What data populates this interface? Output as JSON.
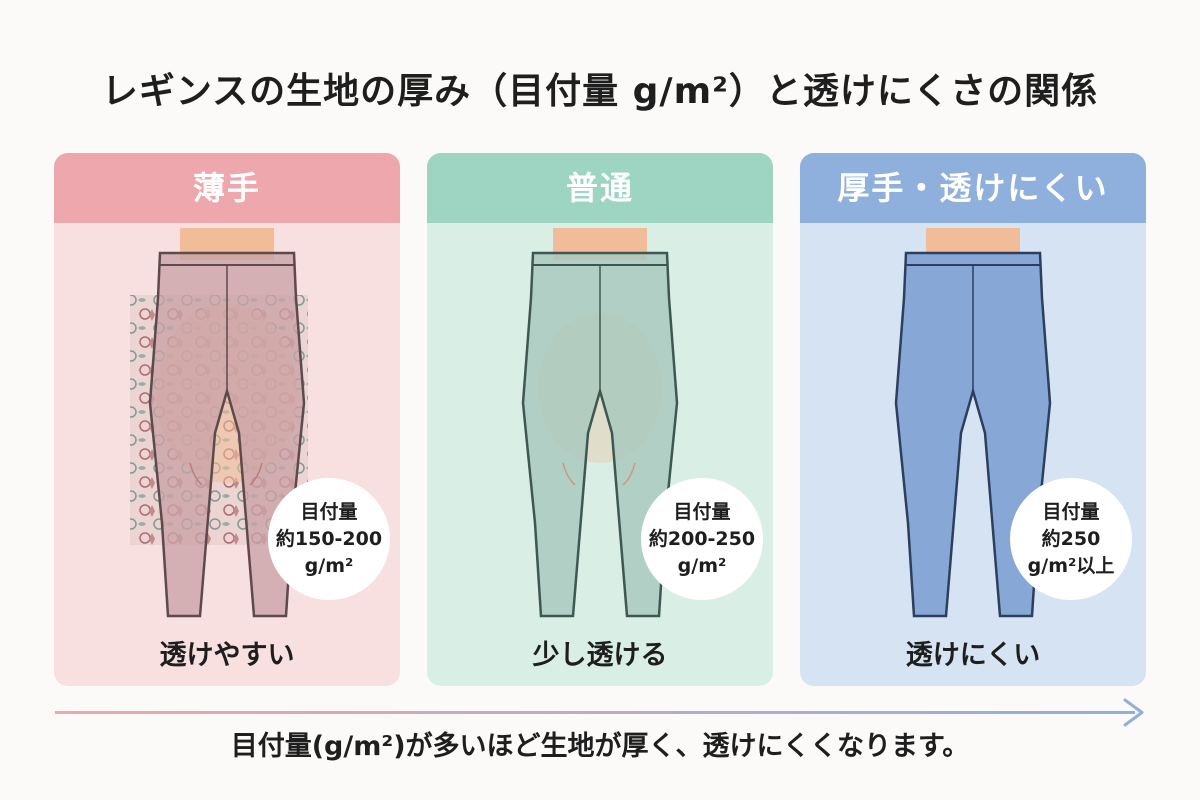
{
  "title": "レギンスの生地の厚み（目付量 g/m²）と透けにくさの関係",
  "cards": [
    {
      "header": "薄手",
      "badge": {
        "line1": "目付量",
        "line2": "約150-200",
        "line3": "g/m²"
      },
      "caption": "透けやすい",
      "colors": {
        "header": "#eea7ad",
        "body": "#f8dfe0",
        "legging": "#c9a2a6",
        "outline": "#5c4a4c",
        "skin": "#f0bd98"
      }
    },
    {
      "header": "普通",
      "badge": {
        "line1": "目付量",
        "line2": "約200-250",
        "line3": "g/m²"
      },
      "caption": "少し透ける",
      "colors": {
        "header": "#9ed4c2",
        "body": "#d9efe6",
        "legging": "#a9c9bd",
        "outline": "#3f5752",
        "skin": "#f0bd98"
      }
    },
    {
      "header": "厚手・透けにくい",
      "badge": {
        "line1": "目付量",
        "line2": "約250",
        "line3": "g/m²以上"
      },
      "caption": "透けにくい",
      "colors": {
        "header": "#8fb0dc",
        "body": "#d6e3f3",
        "legging": "#87a8d6",
        "outline": "#2d3f5c",
        "skin": "#f0bd98"
      }
    }
  ],
  "footer": "目付量(g/m²)が多いほど生地が厚く、透けにくくなります。",
  "arrow_colors": {
    "start": "#eea7ad",
    "end": "#8fb0dc"
  }
}
